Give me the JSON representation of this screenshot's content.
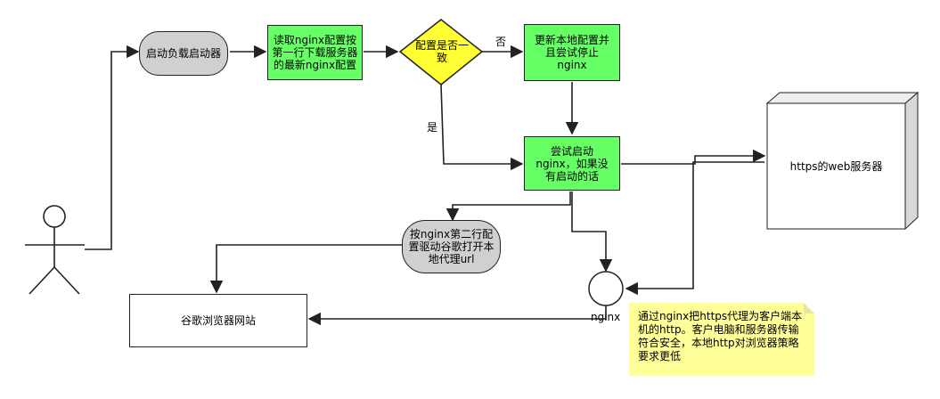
{
  "nodes": {
    "start": "启动负载启动器",
    "read_config": "读取nginx配置按第一行下载服务器的最新nginx配置",
    "decision": "配置是否一致",
    "update": "更新本地配置并且尝试停止nginx",
    "try_start": "尝试启动nginx，如果没有启动的话",
    "open_proxy": "按nginx第二行配置驱动谷歌打开本地代理url",
    "browser": "谷歌浏览器网站",
    "web_server": "https的web服务器",
    "nginx": "nginx"
  },
  "edge_labels": {
    "no": "否",
    "yes": "是"
  },
  "note": "通过nginx把https代理为客户端本机的http。客户电脑和服务器传输符合安全，本地http对浏览器策略要求更低",
  "colors": {
    "process_fill": "#66ff66",
    "rounded_fill": "#d0d0d0",
    "decision_fill": "#ffff33",
    "note_fill": "#ffff99"
  }
}
